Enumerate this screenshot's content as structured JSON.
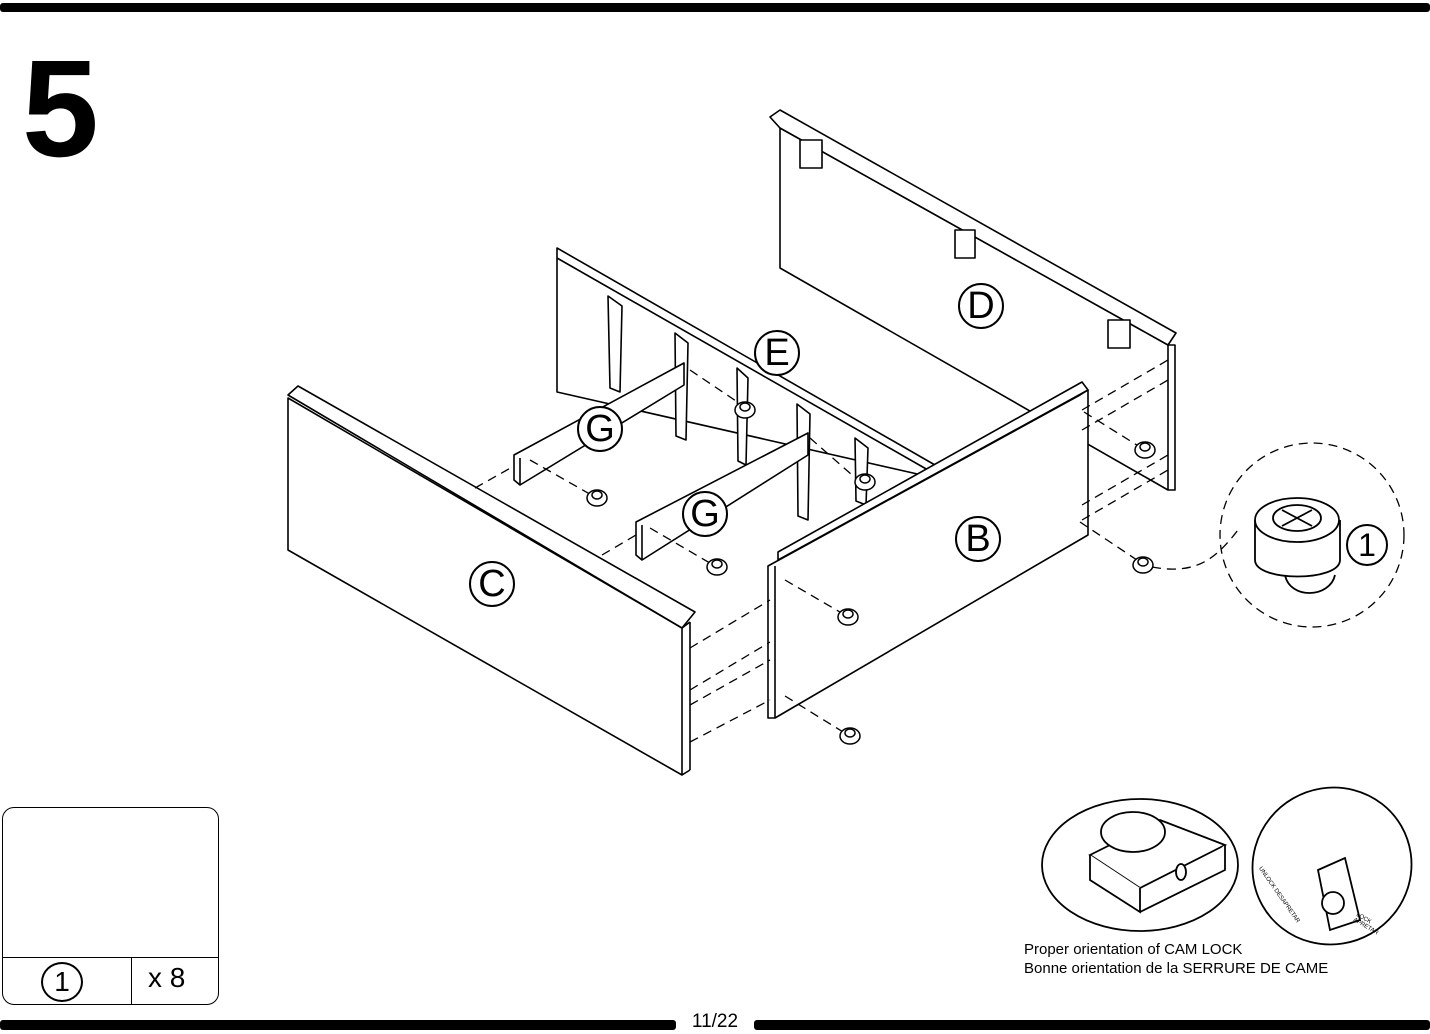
{
  "step": {
    "number": "5"
  },
  "parts": {
    "B": "B",
    "C": "C",
    "D": "D",
    "E": "E",
    "G1": "G",
    "G2": "G"
  },
  "detail_callout": {
    "part_number": "1"
  },
  "parts_list": {
    "part_number": "1",
    "quantity": "x 8"
  },
  "cam_lock_inset": {
    "unlock_label": "UNLOCK DESAPRETAR",
    "lock_label": "LOCK APRETAR",
    "caption_en": "Proper orientation of CAM LOCK",
    "caption_fr": "Bonne orientation de la SERRURE DE CAME"
  },
  "footer": {
    "page": "11/22"
  }
}
